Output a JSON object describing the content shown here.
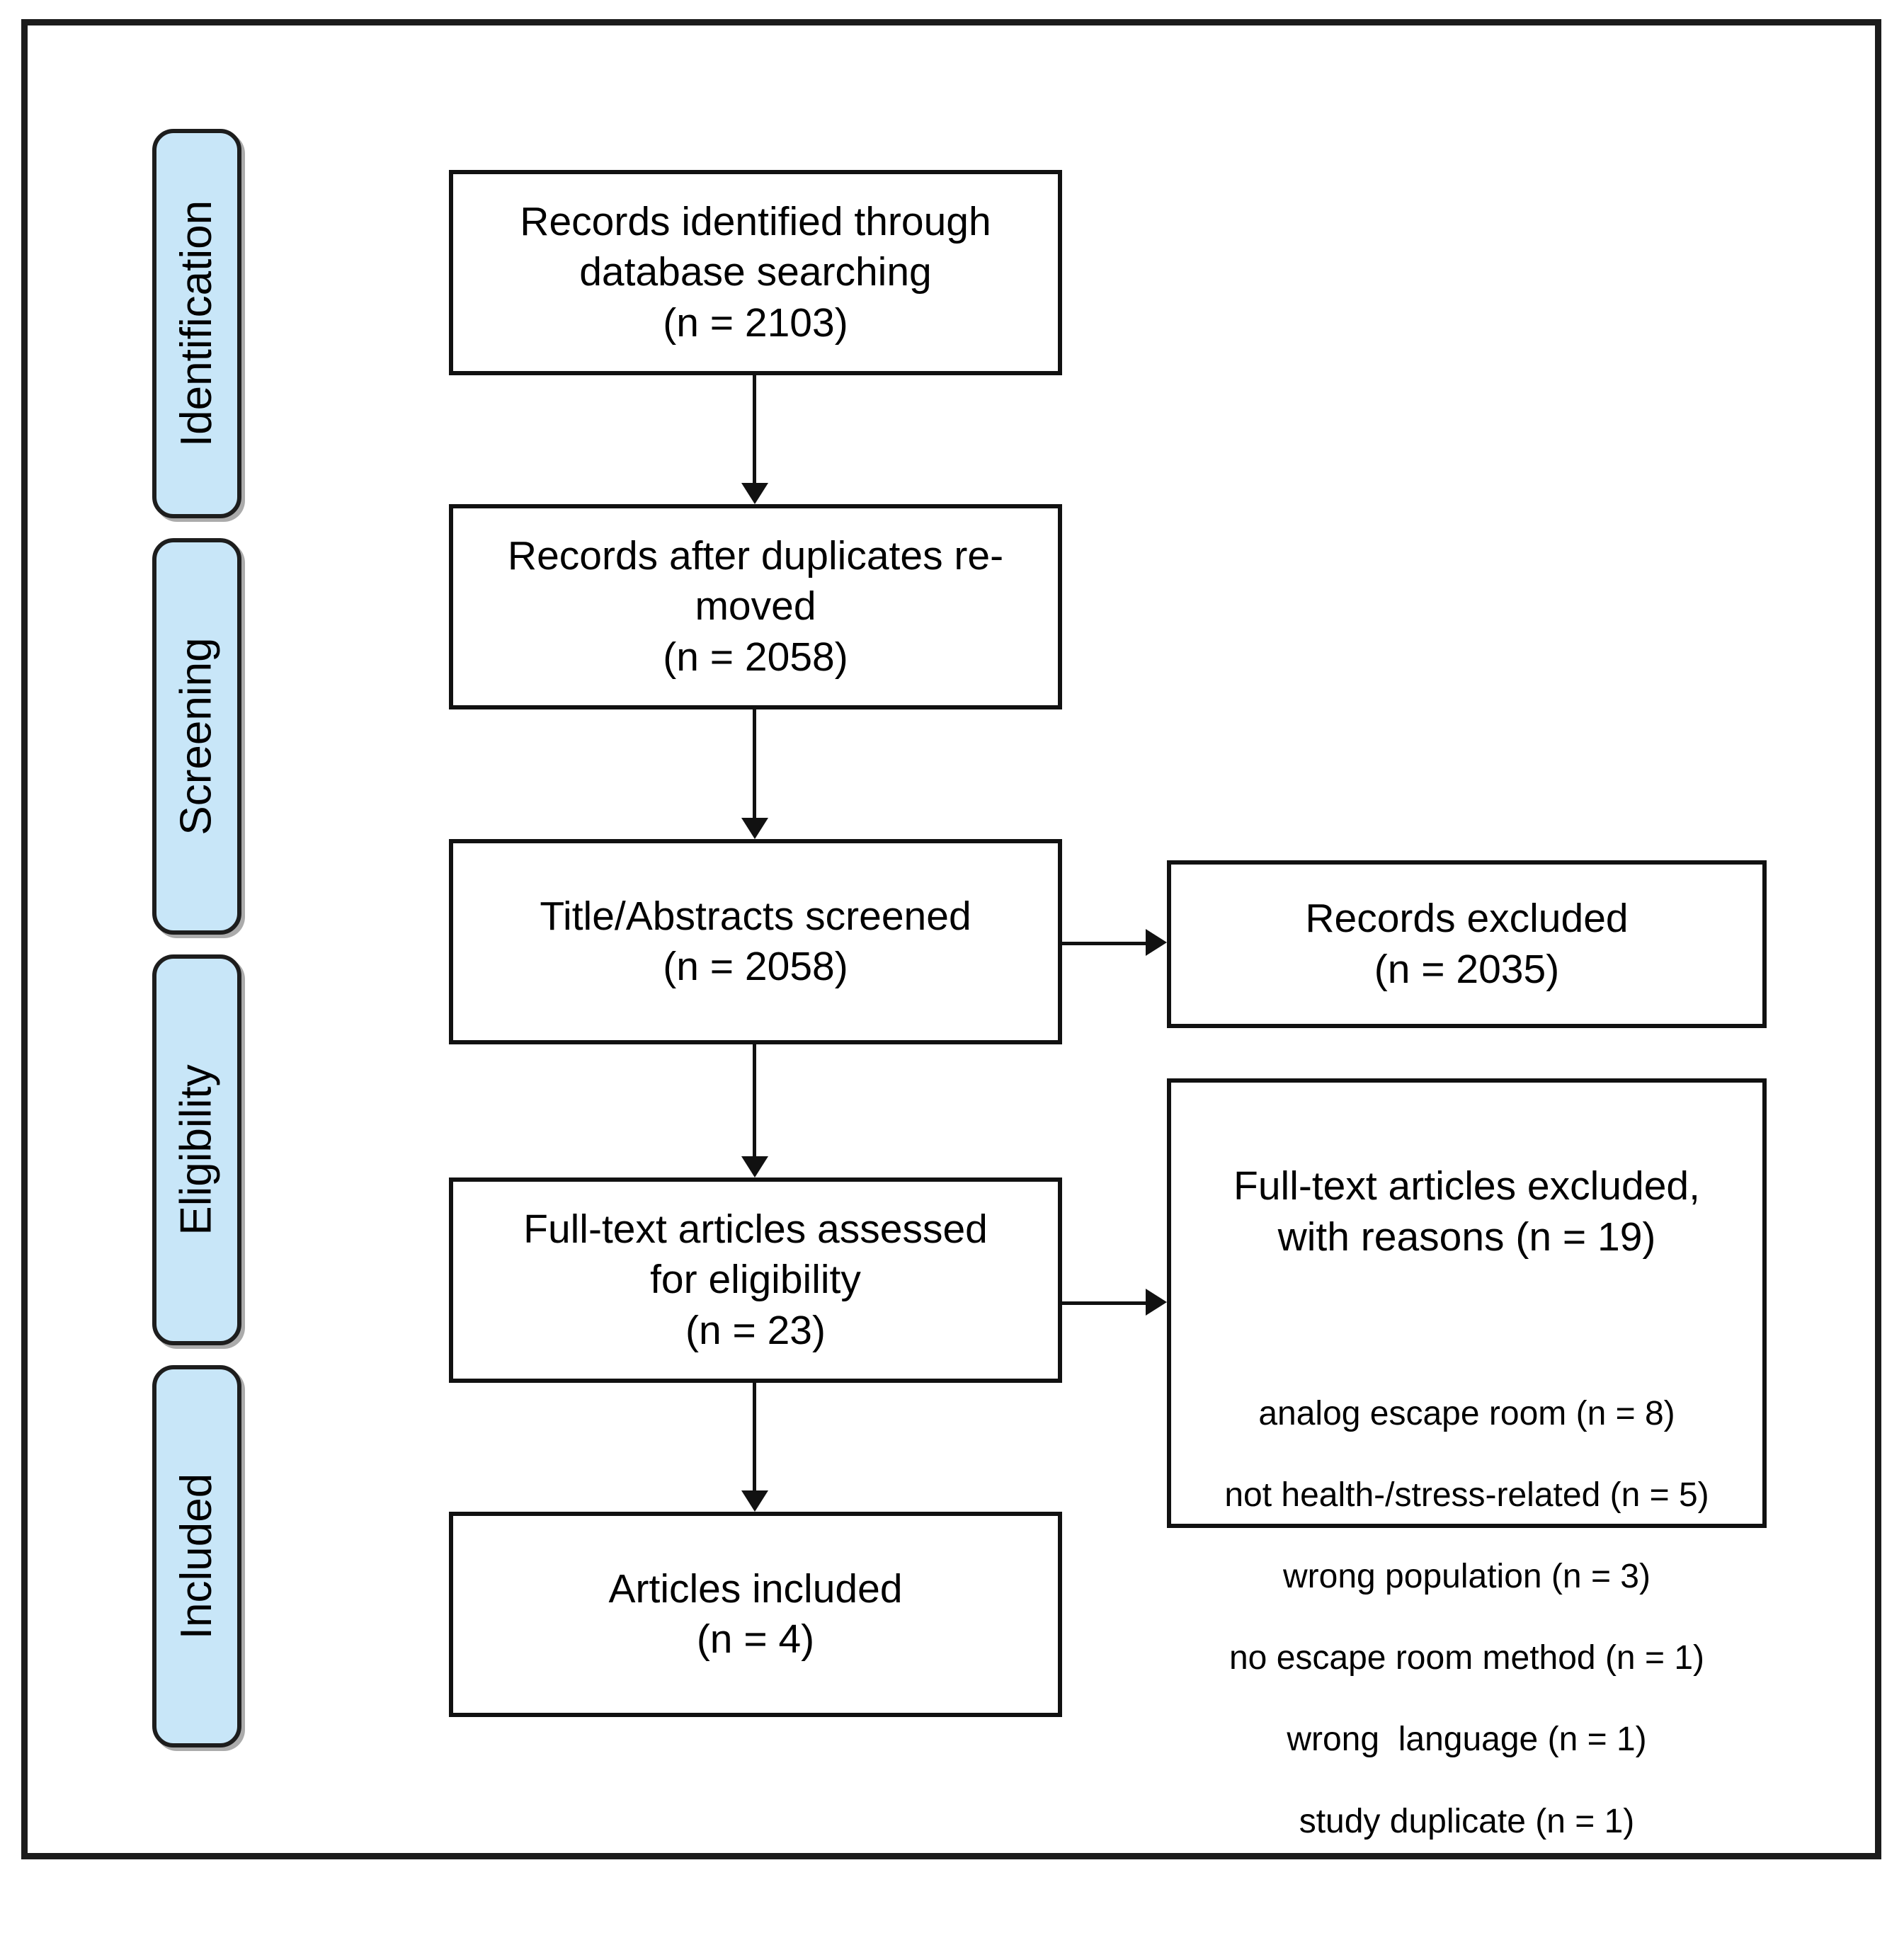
{
  "diagram": {
    "title": "PRISMA study selection flow diagram",
    "accent_color": "#c8e6f8",
    "line_color": "#111111",
    "background_color": "#ffffff"
  },
  "stages": [
    {
      "id": "identification",
      "label": "Identification"
    },
    {
      "id": "screening",
      "label": "Screening"
    },
    {
      "id": "eligibility",
      "label": "Eligibility"
    },
    {
      "id": "included",
      "label": "Included"
    }
  ],
  "boxes": {
    "identified": {
      "text": "Records identified through\ndatabase searching\n(n = 2103)",
      "count": 2103
    },
    "deduplicated": {
      "text": "Records after duplicates re-\nmoved\n(n = 2058)",
      "count": 2058
    },
    "screened": {
      "text": "Title/Abstracts screened\n(n = 2058)",
      "count": 2058
    },
    "records_excluded": {
      "text": "Records excluded\n(n = 2035)",
      "count": 2035
    },
    "fulltext_assessed": {
      "text": "Full-text articles assessed\nfor eligibility\n(n = 23)",
      "count": 23
    },
    "fulltext_excluded": {
      "heading": "Full-text articles excluded,\nwith reasons (n = 19)",
      "count": 19,
      "reasons": [
        {
          "label": "analog escape room (n = 8)",
          "n": 8
        },
        {
          "label": "not health-/stress-related (n = 5)",
          "n": 5
        },
        {
          "label": "wrong population (n = 3)",
          "n": 3
        },
        {
          "label": "no escape room method (n = 1)",
          "n": 1
        },
        {
          "label": "wrong  language (n = 1)",
          "n": 1
        },
        {
          "label": "study duplicate (n = 1)",
          "n": 1
        }
      ]
    },
    "included": {
      "text": "Articles included\n(n = 4)",
      "count": 4
    }
  }
}
